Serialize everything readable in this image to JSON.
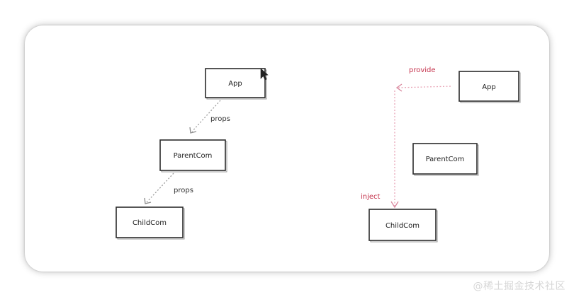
{
  "left_diagram": {
    "nodes": {
      "app": "App",
      "parent": "ParentCom",
      "child": "ChildCom"
    },
    "edges": {
      "app_to_parent": "props",
      "parent_to_child": "props"
    }
  },
  "right_diagram": {
    "nodes": {
      "app": "App",
      "parent": "ParentCom",
      "child": "ChildCom"
    },
    "labels": {
      "provide": "provide",
      "inject": "inject"
    }
  },
  "colors": {
    "node_stroke": "#2b2b2b",
    "arrow_gray": "#9c9c9c",
    "arrow_pink": "#e8a4b6",
    "label_red": "#c4304a"
  },
  "icons": {
    "cursor": "mouse-pointer-icon"
  },
  "watermark": "@稀土掘金技术社区"
}
